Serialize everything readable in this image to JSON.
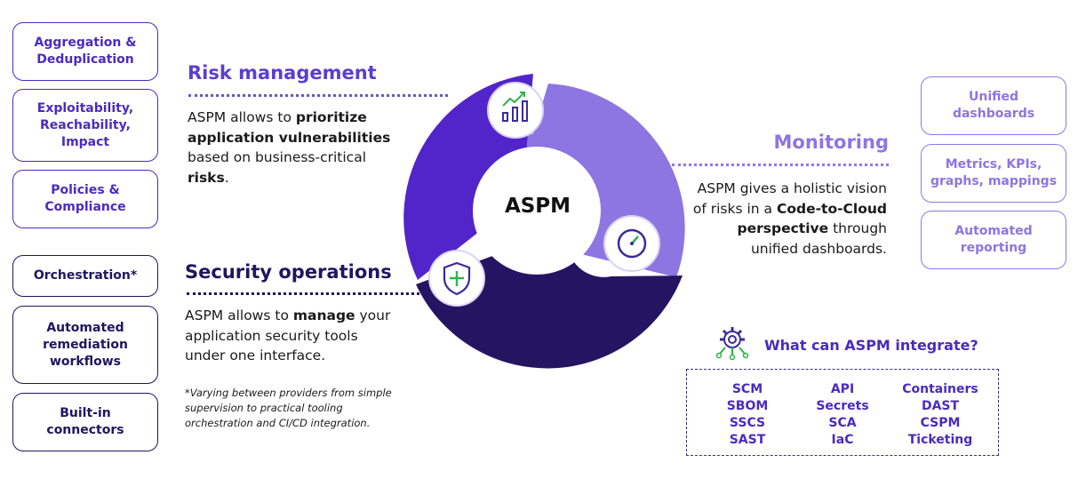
{
  "colors": {
    "purple": "#4a2bbf",
    "navy": "#1f1660",
    "lavender": "#8f78e4",
    "green": "#2eb34a"
  },
  "left_boxes_top": [
    {
      "label": "Aggregation &\nDeduplication"
    },
    {
      "label": "Exploitability,\nReachability,\nImpact"
    },
    {
      "label": "Policies &\nCompliance"
    }
  ],
  "left_boxes_bottom": [
    {
      "label": "Orchestration*"
    },
    {
      "label": "Automated\nremediation\nworkflows"
    },
    {
      "label": "Built-in\nconnectors"
    }
  ],
  "right_boxes": [
    {
      "label": "Unified\ndashboards"
    },
    {
      "label": "Metrics, KPIs,\ngraphs, mappings"
    },
    {
      "label": "Automated\nreporting"
    }
  ],
  "risk": {
    "heading": "Risk management",
    "p1": "ASPM allows to ",
    "b1": "prioritize application vulnerabilities",
    "p2": " based on business-critical ",
    "b2": "risks",
    "p3": "."
  },
  "secops": {
    "heading": "Security operations",
    "p1": "ASPM allows to ",
    "b1": "manage",
    "p2": " your application security tools under one interface."
  },
  "monitoring": {
    "heading": "Monitoring",
    "line1": "ASPM gives a holistic vision",
    "line2a": "of risks in a ",
    "line2b": "Code-to-Cloud",
    "line3b": "perspective",
    "line3a": " through",
    "line4": "unified dashboards."
  },
  "footnote": "*Varying between providers from simple supervision to practical tooling orchestration and CI/CD integration.",
  "center": "ASPM",
  "icons": [
    "chart-trend-icon",
    "gauge-icon",
    "shield-plus-icon",
    "integration-gear-icon"
  ],
  "integrate": {
    "title": "What can ASPM integrate?",
    "col1": [
      "SCM",
      "SBOM",
      "SSCS",
      "SAST"
    ],
    "col2": [
      "API",
      "Secrets",
      "SCA",
      "IaC"
    ],
    "col3": [
      "Containers",
      "DAST",
      "CSPM",
      "Ticketing"
    ]
  }
}
